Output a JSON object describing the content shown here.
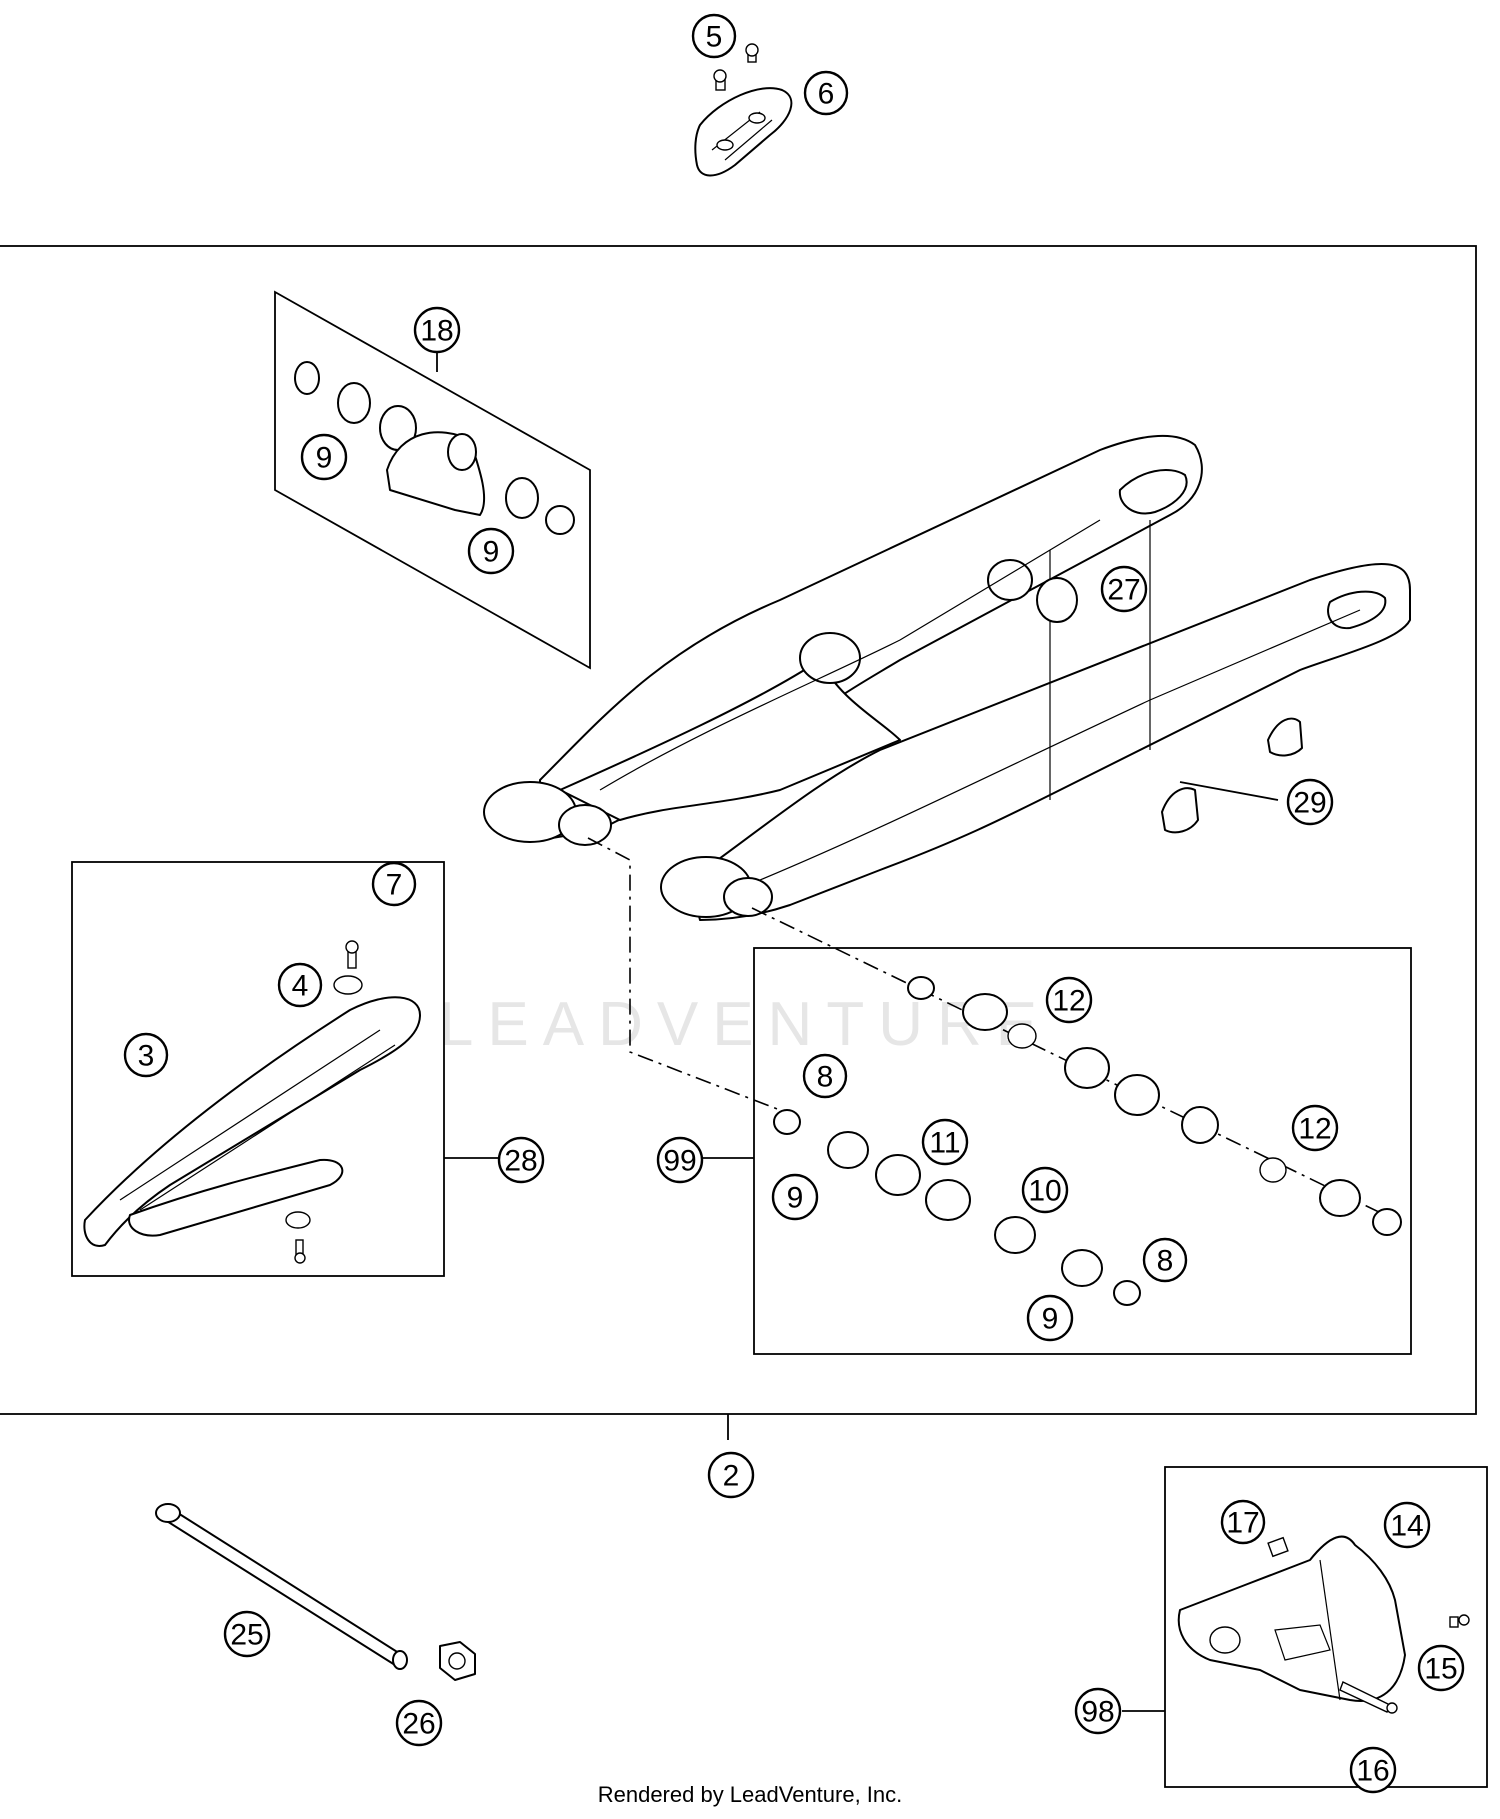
{
  "watermark": "LEADVENTURE",
  "footer": "Rendered by LeadVenture, Inc.",
  "callouts": {
    "c5": "5",
    "c6": "6",
    "c18": "18",
    "c9a": "9",
    "c9b": "9",
    "c27": "27",
    "c29": "29",
    "c7": "7",
    "c4": "4",
    "c3": "3",
    "c28": "28",
    "c12a": "12",
    "c8a": "8",
    "c11": "11",
    "c12b": "12",
    "c99": "99",
    "c9c": "9",
    "c10": "10",
    "c8b": "8",
    "c9d": "9",
    "c2": "2",
    "c17": "17",
    "c14": "14",
    "c25": "25",
    "c15": "15",
    "c98": "98",
    "c26": "26",
    "c16": "16"
  }
}
